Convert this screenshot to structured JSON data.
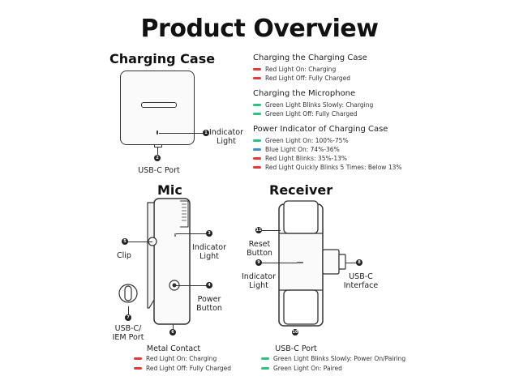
{
  "title": "Product Overview",
  "sections": {
    "charging_case": "Charging Case",
    "mic": "Mic",
    "receiver": "Receiver"
  },
  "case_labels": {
    "indicator": "Indicator\nLight",
    "usb_c_port": "USB-C Port",
    "n1": "1",
    "n2": "2"
  },
  "mic_labels": {
    "clip": "Clip",
    "indicator": "Indicator\nLight",
    "power": "Power\nButton",
    "usb_iem": "USB-C/\nIEM Port",
    "metal": "Metal Contact",
    "n3": "3",
    "n4": "4",
    "n5": "5",
    "n6": "6",
    "n7": "7"
  },
  "receiver_labels": {
    "reset": "Reset\nButton",
    "indicator": "Indicator\nLight",
    "usb_interface": "USB-C\nInterface",
    "usb_port": "USB-C Port",
    "n8": "8",
    "n9": "9",
    "n10": "10",
    "n11": "11"
  },
  "legend": {
    "case_heading": "Charging the Charging Case",
    "case_items": [
      {
        "color": "#e53935",
        "text": "Red Light On: Charging"
      },
      {
        "color": "#e53935",
        "text": "Red Light Off: Fully Charged"
      }
    ],
    "mic_heading": "Charging the Microphone",
    "mic_items": [
      {
        "color": "#2ec27e",
        "text": "Green Light Blinks Slowly: Charging"
      },
      {
        "color": "#2ec27e",
        "text": "Green Light Off: Fully Charged"
      }
    ],
    "power_heading": "Power Indicator of Charging Case",
    "power_items": [
      {
        "color": "#2ec27e",
        "text": "Green Light On: 100%-75%"
      },
      {
        "color": "#3b8fd9",
        "text": "Blue Light On: 74%-36%"
      },
      {
        "color": "#e53935",
        "text": "Red Light Blinks: 35%-13%"
      },
      {
        "color": "#e53935",
        "text": "Red Light Quickly Blinks 5 Times: Below 13%"
      }
    ],
    "mic_bottom": [
      {
        "color": "#e53935",
        "text": "Red Light On: Charging"
      },
      {
        "color": "#e53935",
        "text": "Red Light Off: Fully Charged"
      }
    ],
    "receiver_bottom": [
      {
        "color": "#2ec27e",
        "text": "Green Light Blinks Slowly: Power On/Pairing"
      },
      {
        "color": "#2ec27e",
        "text": "Green Light On: Paired"
      }
    ]
  }
}
